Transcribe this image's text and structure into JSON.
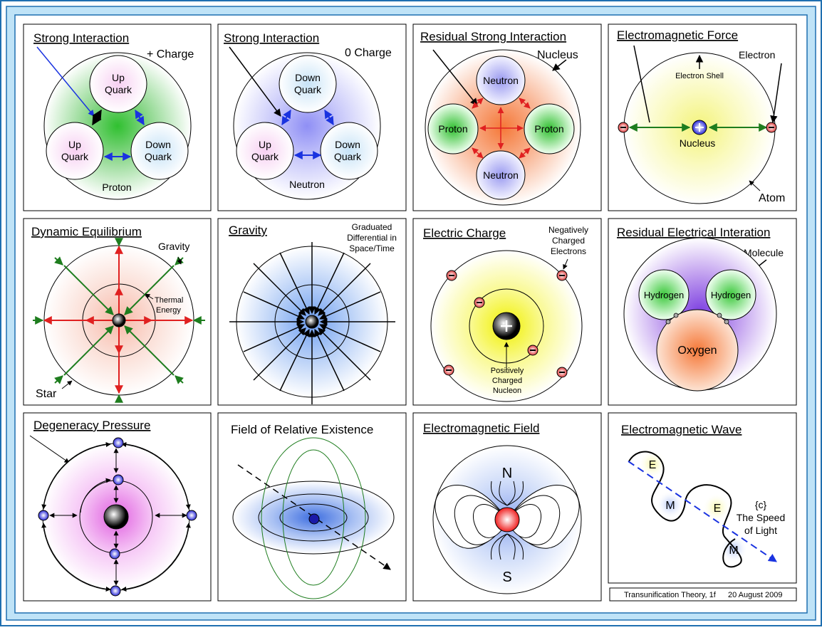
{
  "panels": {
    "strong_proton": {
      "title": "Strong Interaction",
      "charge": "+ Charge",
      "q1": [
        "Up",
        "Quark"
      ],
      "q2": [
        "Up",
        "Quark"
      ],
      "q3": [
        "Down",
        "Quark"
      ],
      "particle": "Proton"
    },
    "strong_neutron": {
      "title": "Strong Interaction",
      "charge": "0 Charge",
      "q1": [
        "Down",
        "Quark"
      ],
      "q2": [
        "Up",
        "Quark"
      ],
      "q3": [
        "Down",
        "Quark"
      ],
      "particle": "Neutron"
    },
    "residual_strong": {
      "title": "Residual Strong Interaction",
      "nucleus": "Nucleus",
      "neutron": "Neutron",
      "proton": "Proton"
    },
    "em_force": {
      "title": "Electromagnetic Force",
      "electron": "Electron",
      "shell": "Electron Shell",
      "nucleus": "Nucleus",
      "atom": "Atom"
    },
    "dynamic_eq": {
      "title": "Dynamic Equilibrium",
      "gravity": "Gravity",
      "thermal": [
        "Thermal",
        "Energy"
      ],
      "star": "Star"
    },
    "gravity": {
      "title": "Gravity",
      "note": [
        "Graduated",
        "Differential in",
        "Space/Time"
      ]
    },
    "electric_charge": {
      "title": "Electric Charge",
      "neg": [
        "Negatively",
        "Charged",
        "Electrons"
      ],
      "pos": [
        "Positively",
        "Charged",
        "Nucleon"
      ]
    },
    "residual_em": {
      "title": "Residual Electrical Interation",
      "molecule": "Molecule",
      "hydrogen": "Hydrogen",
      "oxygen": "Oxygen"
    },
    "degeneracy": {
      "title": "Degeneracy Pressure"
    },
    "field_existence": {
      "title": "Field of Relative Existence"
    },
    "em_field": {
      "title": "Electromagnetic Field",
      "north": "N",
      "south": "S"
    },
    "em_wave": {
      "title": "Electromagnetic Wave",
      "e": "E",
      "m": "M",
      "c": "{c}",
      "speed": [
        "The Speed",
        "of Light"
      ]
    }
  },
  "footer": {
    "theory": "Transunification Theory, 1f",
    "date": "20 August 2009"
  },
  "colors": {
    "frame_outer": "#1f6fb0",
    "frame_mid": "#bfe3f7",
    "green": "#4caf50",
    "blue_arrow": "#1a33e0",
    "red_arrow": "#e02020",
    "green_arrow": "#1e7d1e"
  }
}
